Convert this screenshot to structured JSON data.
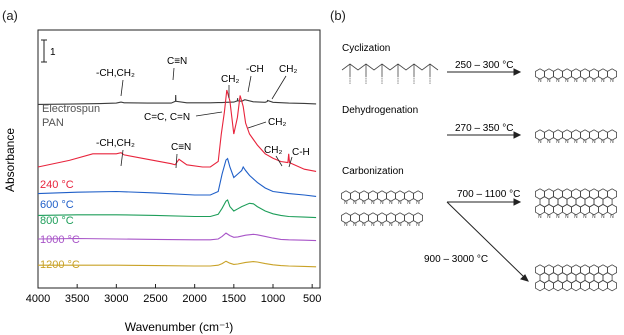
{
  "panels": {
    "a": "(a)",
    "b": "(b)"
  },
  "chart_data": {
    "type": "line",
    "xlabel": "Wavenumber (cm⁻¹)",
    "ylabel": "Absorbance",
    "xlim": [
      4000,
      400
    ],
    "xticks": [
      4000,
      3500,
      3000,
      2500,
      2000,
      1500,
      1000,
      500
    ],
    "scale_label": "1",
    "series": [
      {
        "name": "Electrospun PAN",
        "name_lines": [
          "Electrospun",
          "PAN"
        ],
        "color": "#3c3c3c",
        "x": [
          4000,
          3600,
          3200,
          3000,
          2940,
          2900,
          2600,
          2300,
          2245,
          2242,
          2239,
          2100,
          1800,
          1700,
          1650,
          1600,
          1500,
          1455,
          1452,
          1449,
          1400,
          1360,
          1250,
          1100,
          1073,
          1070,
          1000,
          800,
          600,
          450
        ],
        "y": [
          0.1,
          0.11,
          0.13,
          0.15,
          0.19,
          0.16,
          0.15,
          0.15,
          0.22,
          0.46,
          0.22,
          0.16,
          0.16,
          0.17,
          0.17,
          0.18,
          0.19,
          0.24,
          0.34,
          0.24,
          0.22,
          0.28,
          0.2,
          0.18,
          0.21,
          0.25,
          0.18,
          0.15,
          0.14,
          0.12
        ]
      },
      {
        "name": "240 °C",
        "color": "#e8243c",
        "x": [
          4000,
          3600,
          3300,
          3000,
          2940,
          2900,
          2600,
          2300,
          2250,
          2200,
          2100,
          1900,
          1800,
          1700,
          1660,
          1620,
          1590,
          1550,
          1500,
          1455,
          1420,
          1380,
          1350,
          1300,
          1250,
          1200,
          1100,
          1000,
          900,
          810,
          800,
          790,
          600,
          450
        ],
        "y": [
          0.1,
          0.16,
          0.22,
          0.22,
          0.23,
          0.21,
          0.17,
          0.13,
          0.12,
          0.17,
          0.12,
          0.1,
          0.1,
          0.15,
          0.4,
          0.6,
          0.8,
          0.7,
          0.4,
          0.55,
          0.75,
          0.65,
          0.5,
          0.4,
          0.35,
          0.3,
          0.22,
          0.18,
          0.15,
          0.14,
          0.22,
          0.14,
          0.08,
          0.06
        ]
      },
      {
        "name": "600 °C",
        "color": "#1f5fc8",
        "x": [
          4000,
          3500,
          3000,
          2500,
          2000,
          1800,
          1700,
          1650,
          1600,
          1580,
          1550,
          1500,
          1450,
          1400,
          1380,
          1350,
          1300,
          1200,
          1100,
          1000,
          800,
          600,
          450
        ],
        "y": [
          0.12,
          0.14,
          0.15,
          0.13,
          0.1,
          0.1,
          0.15,
          0.4,
          0.6,
          0.62,
          0.5,
          0.35,
          0.4,
          0.45,
          0.5,
          0.45,
          0.38,
          0.28,
          0.2,
          0.15,
          0.12,
          0.1,
          0.08
        ]
      },
      {
        "name": "800 °C",
        "color": "#1e9e5a",
        "x": [
          4000,
          3500,
          3000,
          2500,
          2000,
          1800,
          1700,
          1650,
          1600,
          1580,
          1550,
          1500,
          1450,
          1400,
          1300,
          1250,
          1200,
          1100,
          1000,
          900,
          800,
          600,
          450
        ],
        "y": [
          0.12,
          0.13,
          0.13,
          0.12,
          0.1,
          0.1,
          0.14,
          0.25,
          0.38,
          0.4,
          0.28,
          0.2,
          0.24,
          0.28,
          0.34,
          0.33,
          0.28,
          0.2,
          0.15,
          0.12,
          0.1,
          0.09,
          0.08
        ]
      },
      {
        "name": "1000 °C",
        "color": "#a855c8",
        "x": [
          4000,
          3500,
          3000,
          2500,
          2000,
          1800,
          1700,
          1650,
          1600,
          1550,
          1500,
          1450,
          1350,
          1250,
          1200,
          1100,
          1000,
          900,
          800,
          600,
          450
        ],
        "y": [
          0.12,
          0.13,
          0.12,
          0.11,
          0.1,
          0.1,
          0.12,
          0.18,
          0.26,
          0.2,
          0.16,
          0.17,
          0.21,
          0.23,
          0.22,
          0.18,
          0.14,
          0.11,
          0.1,
          0.09,
          0.08
        ]
      },
      {
        "name": "1200 °C",
        "color": "#c9a227",
        "x": [
          4000,
          3500,
          3000,
          2500,
          2000,
          1800,
          1700,
          1650,
          1600,
          1550,
          1500,
          1450,
          1350,
          1250,
          1200,
          1100,
          1000,
          900,
          800,
          600,
          450
        ],
        "y": [
          0.12,
          0.12,
          0.12,
          0.11,
          0.1,
          0.1,
          0.12,
          0.16,
          0.22,
          0.17,
          0.14,
          0.15,
          0.19,
          0.21,
          0.2,
          0.16,
          0.13,
          0.11,
          0.1,
          0.09,
          0.08
        ]
      }
    ],
    "annotations": [
      {
        "id": "ch-ch2-top",
        "lines": [
          "-CH,CH",
          "2"
        ],
        "label": "-CH,CH₂"
      },
      {
        "id": "cn-top",
        "label": "C≡N"
      },
      {
        "id": "ch2-top",
        "label": "CH₂"
      },
      {
        "id": "ch-top",
        "label": "-CH"
      },
      {
        "id": "ch2-right-top",
        "label": "CH₂"
      },
      {
        "id": "cc-cn",
        "label": "C=C, C=N"
      },
      {
        "id": "ch-ch2-mid",
        "label": "-CH,CH₂"
      },
      {
        "id": "cn-mid",
        "label": "C≡N"
      },
      {
        "id": "ch2-mid",
        "label": "CH₂"
      },
      {
        "id": "ch2-low",
        "label": "CH₂"
      },
      {
        "id": "c-h",
        "label": "C-H"
      }
    ]
  },
  "scheme": {
    "steps": [
      {
        "title": "Cyclization",
        "condition": "250 – 300 °C"
      },
      {
        "title": "Dehydrogenation",
        "condition": "270 – 350 °C"
      },
      {
        "title": "Carbonization",
        "condition": "700 – 1100 °C",
        "condition2": "900 – 3000 °C"
      }
    ],
    "atom_label": "N"
  }
}
